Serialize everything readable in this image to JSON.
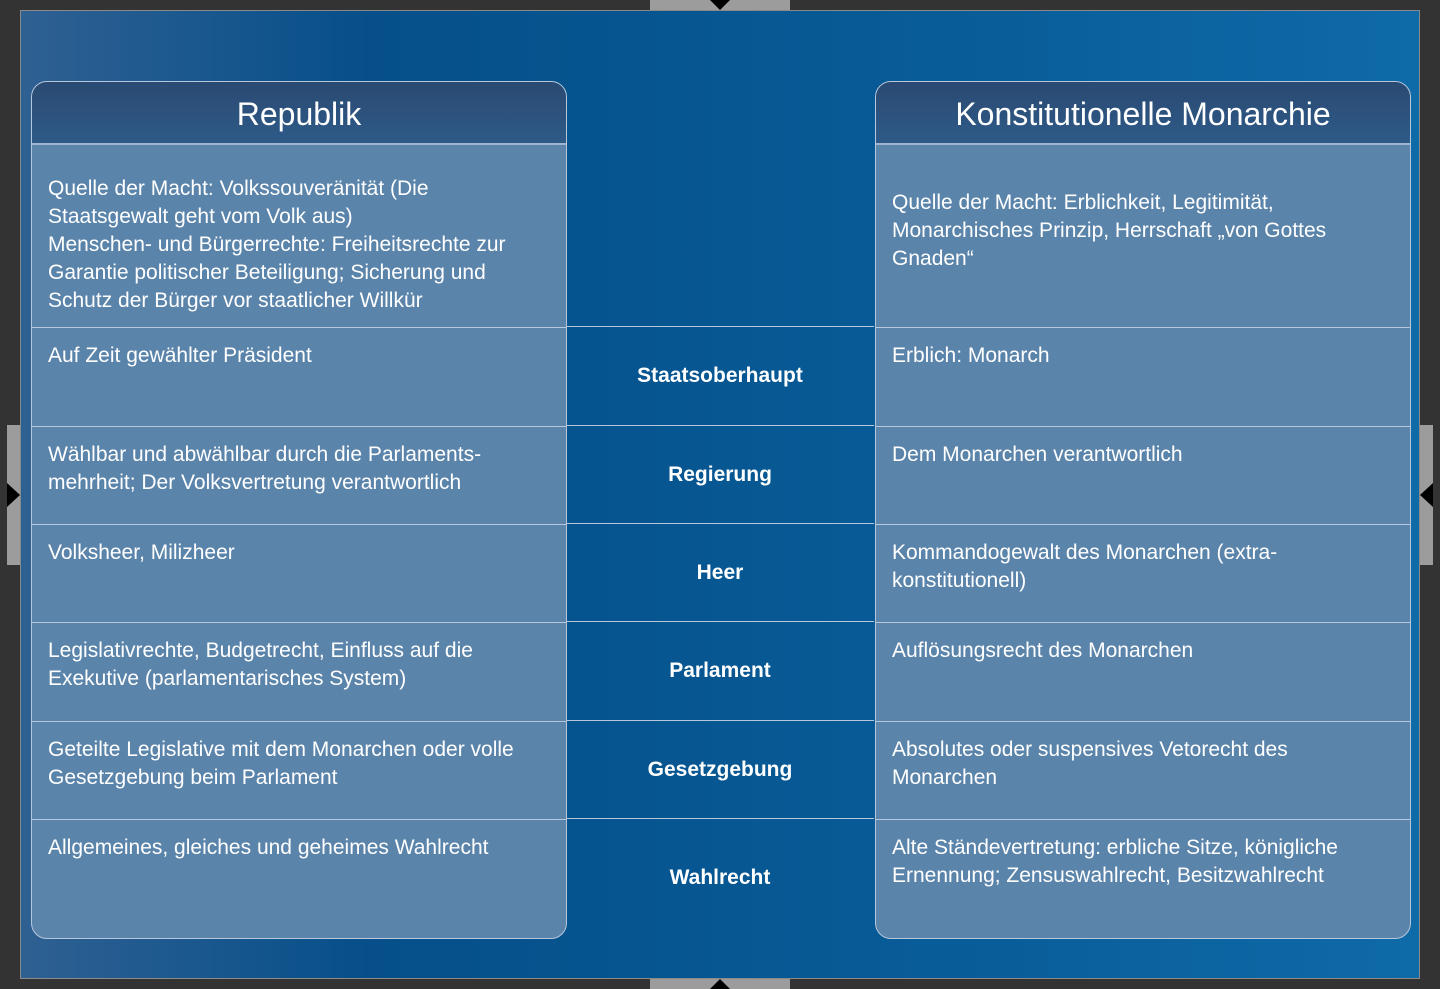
{
  "left": {
    "title": "Republik",
    "rows": [
      "Quelle der Macht: Volkssouveränität (Die Staatsgewalt geht vom Volk aus)\nMenschen- und Bürgerrechte: Freiheitsrechte zur Garantie politischer Beteiligung; Sicherung und Schutz der Bürger vor staatlicher Willkür",
      "Auf Zeit gewählter Präsident",
      "Wählbar und abwählbar durch die Parlaments-mehrheit; Der Volksvertretung verantwortlich",
      "Volksheer, Milizheer",
      "Legislativrechte, Budgetrecht, Einfluss auf die Exekutive (parlamentarisches System)",
      "Geteilte Legislative mit dem Monarchen oder volle Gesetzgebung beim Parlament",
      "Allgemeines, gleiches und geheimes Wahlrecht"
    ]
  },
  "middle": [
    "Staatsoberhaupt",
    "Regierung",
    "Heer",
    "Parlament",
    "Gesetzgebung",
    "Wahlrecht"
  ],
  "right": {
    "title": "Konstitutionelle Monarchie",
    "rows": [
      "Quelle der Macht: Erblichkeit, Legitimität, Monarchisches Prinzip, Herrschaft „von Gottes Gnaden“",
      "Erblich: Monarch",
      "Dem Monarchen verantwortlich",
      "Kommandogewalt des Monarchen (extra-konstitutionell)",
      "Auflösungsrecht des Monarchen",
      "Absolutes oder suspensives Vetorecht des Monarchen",
      "Alte Ständevertretung: erbliche Sitze, königliche Ernennung; Zensuswahlrecht, Besitzwahlrecht"
    ]
  }
}
